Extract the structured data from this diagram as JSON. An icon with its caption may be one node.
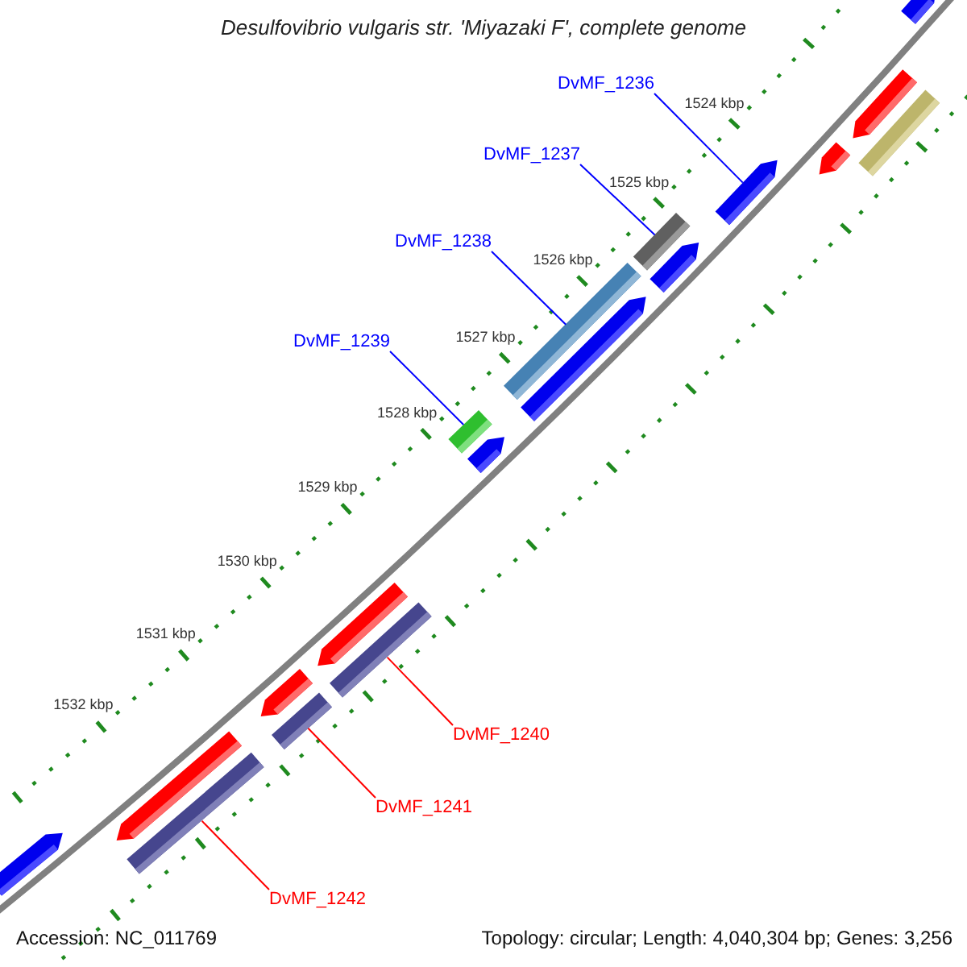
{
  "diagram": {
    "title": "Desulfovibrio vulgaris str. 'Miyazaki F', complete genome",
    "nodes": [
      {
        "text": [
          "DvMF_1236"
        ]
      },
      {
        "text": [],
        "shape": "arrow"
      },
      {
        "text": [
          "DvMF_1237"
        ]
      },
      {
        "text": [],
        "shape": "bar"
      },
      {
        "text": [
          "DvMF_1238"
        ]
      },
      {
        "text": [],
        "shape": "bar"
      },
      {
        "text": [
          "DvMF_1239"
        ]
      },
      {
        "text": [],
        "shape": "bar"
      },
      {
        "text": [
          "DvMF_1240"
        ]
      },
      {
        "text": [],
        "shape": "bar"
      },
      {
        "text": [
          "DvMF_1241"
        ]
      },
      {
        "text": [],
        "shape": "bar"
      },
      {
        "text": [
          "DvMF_1242"
        ]
      },
      {
        "text": [],
        "shape": "bar"
      }
    ],
    "edges": [
      {
        "from": 0,
        "to": 1,
        "arrow": "none"
      },
      {
        "from": 2,
        "to": 3,
        "arrow": "none"
      },
      {
        "from": 4,
        "to": 5,
        "arrow": "none"
      },
      {
        "from": 6,
        "to": 7,
        "arrow": "none"
      },
      {
        "from": 8,
        "to": 9,
        "arrow": "none",
        "color": "#ff0000"
      },
      {
        "from": 10,
        "to": 11,
        "arrow": "none",
        "color": "#ff0000"
      },
      {
        "from": 12,
        "to": 13,
        "arrow": "none",
        "color": "#ff0000"
      }
    ],
    "labels": [
      "1524 kbp",
      "1525 kbp",
      "1526 kbp",
      "1527 kbp",
      "1528 kbp",
      "1529 kbp",
      "1530 kbp",
      "1531 kbp",
      "1532 kbp",
      "Accession: NC_011769",
      "Topology: circular; Length: 4,040,304 bp; Genes: 3,256"
    ]
  }
}
